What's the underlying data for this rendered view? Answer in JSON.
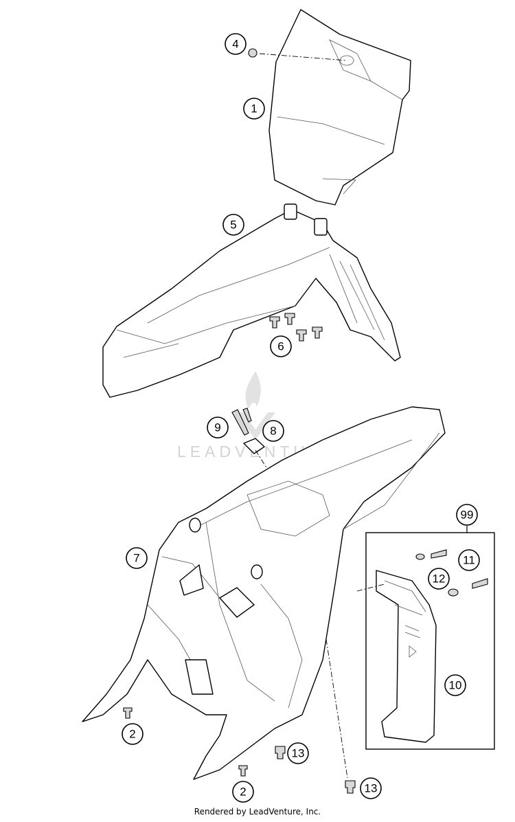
{
  "watermark": {
    "brand": "LEADVENTURE"
  },
  "footer": {
    "credit": "Rendered by LeadVenture, Inc."
  },
  "callouts": {
    "c1": "1",
    "c2a": "2",
    "c2b": "2",
    "c4": "4",
    "c5": "5",
    "c6": "6",
    "c7": "7",
    "c8": "8",
    "c9": "9",
    "c10": "10",
    "c11": "11",
    "c12": "12",
    "c13a": "13",
    "c13b": "13",
    "c99": "99"
  },
  "colors": {
    "line": "#000000",
    "watermark": "#d3d3d3",
    "background": "#ffffff"
  }
}
